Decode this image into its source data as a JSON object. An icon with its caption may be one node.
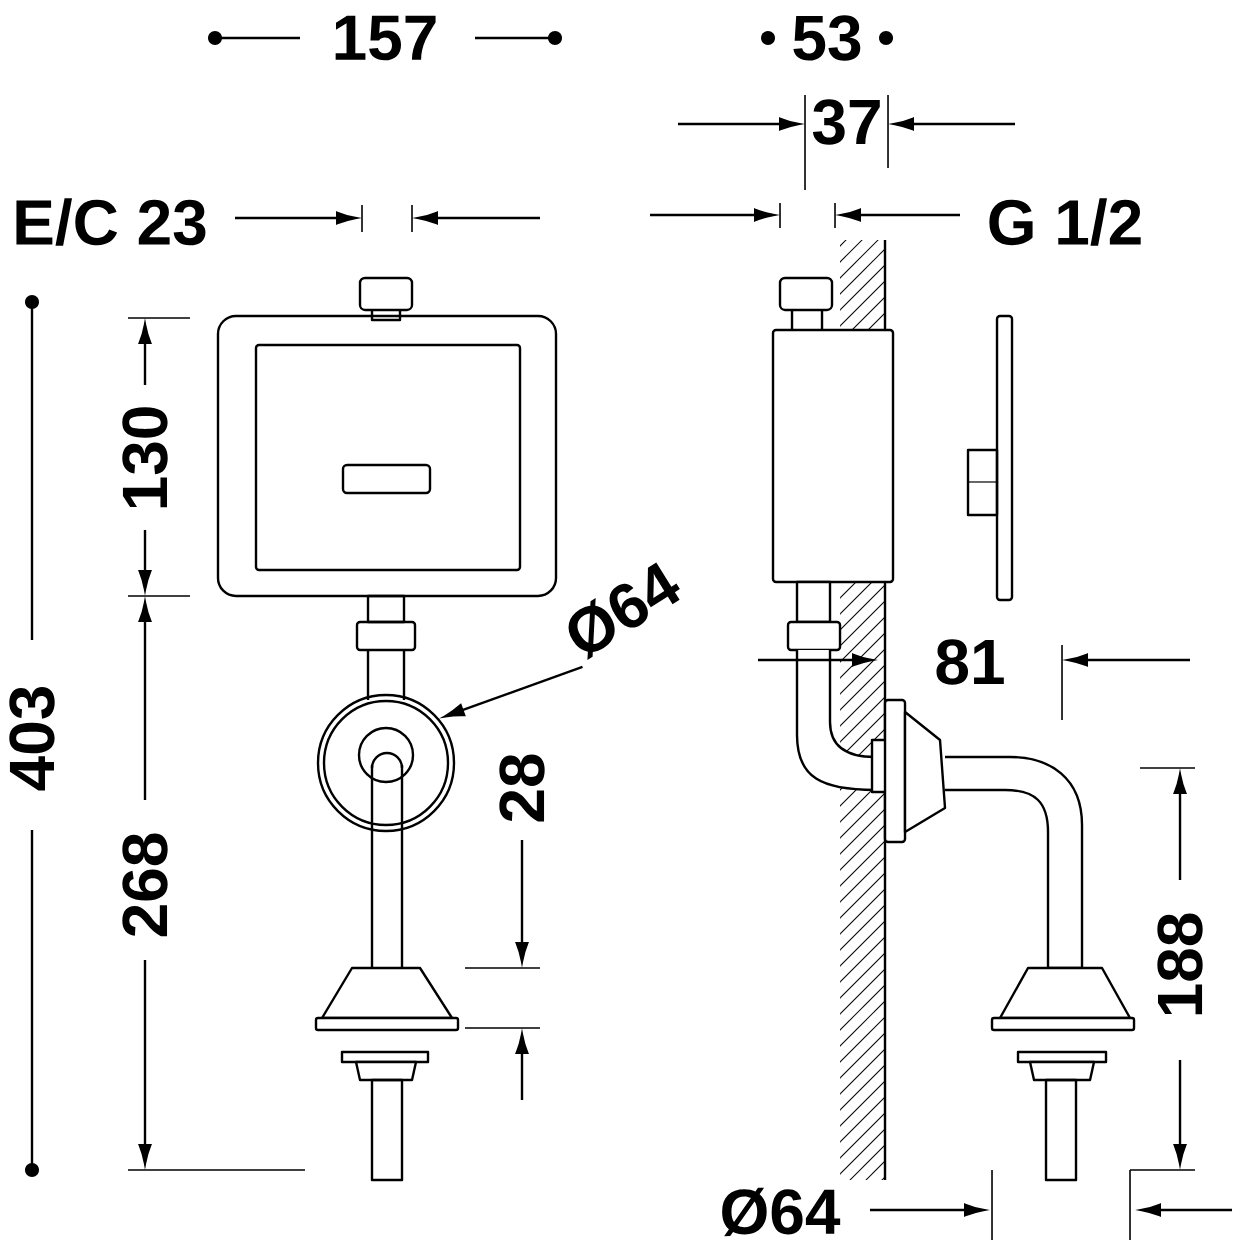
{
  "diagram": {
    "nodes": [
      {
        "text": [
          "Ø64"
        ]
      },
      {
        "text": [],
        "shape": "circle"
      }
    ],
    "edges": [
      {
        "from": 0,
        "to": 1,
        "arrow": "to"
      }
    ],
    "labels": [
      "157",
      "53",
      "37",
      "E/C 23",
      "G 1/2",
      "130",
      "403",
      "81",
      "28",
      "268",
      "188",
      "Ø64"
    ]
  }
}
